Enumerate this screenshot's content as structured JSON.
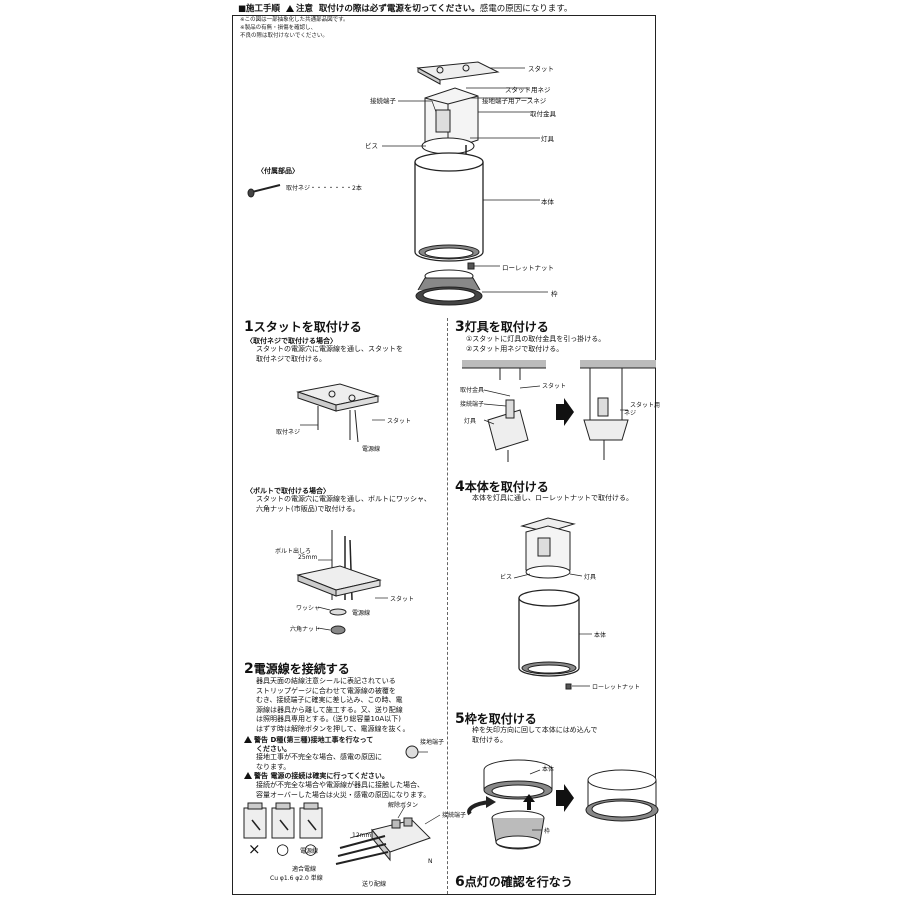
{
  "header": {
    "title": "■施工手順",
    "caution": "注意",
    "caution_text": "取付けの際は必ず電源を切ってください。",
    "caution_tail": "感電の原因になります。"
  },
  "notes": [
    "※この図は一部抽象化した共通部品図です。",
    "※製品の有無・損傷を確認し、",
    "不良の際は取付けないでください。"
  ],
  "overview": {
    "labels": {
      "stud": "スタット",
      "stud_screw": "スタット用ネジ",
      "terminal": "接続端子",
      "ground_screw": "接地端子用アースネジ",
      "bracket": "取付金具",
      "fixture": "灯具",
      "bis": "ビス",
      "body": "本体",
      "knurled_nut": "ローレットナット",
      "frame": "枠"
    },
    "accessories_title": "〈付属部品〉",
    "accessory_item": "取付ネジ・・・・・・・2本"
  },
  "step1": {
    "num": "1",
    "title": "スタットを取付ける",
    "sub_a": "〈取付ネジで取付ける場合〉",
    "text_a": [
      "スタットの電源穴に電源線を通し、スタットを",
      "取付ネジで取付ける。"
    ],
    "labels_a": {
      "stud": "スタット",
      "screw": "取付ネジ",
      "power": "電源線"
    },
    "sub_b": "〈ボルトで取付ける場合〉",
    "text_b": [
      "スタットの電源穴に電源線を通し、ボルトにワッシャ、",
      "六角ナット(市販品)で取付ける。"
    ],
    "labels_b": {
      "bolt": "ボルト出しろ",
      "bolt_len": "25mm",
      "stud": "スタット",
      "washer": "ワッシャ",
      "power": "電源線",
      "nut": "六角ナット"
    }
  },
  "step2": {
    "num": "2",
    "title": "電源線を接続する",
    "text": [
      "器具天面の結線注意シールに表記されている",
      "ストリップゲージに合わせて電源線の被覆を",
      "むき、接続端子に確実に差し込み、この時、電",
      "源線は器具から離して施工する。又、送り配線",
      "は照明器具専用とする。(送り総容量10A以下)",
      "はずす時は解除ボタンを押して、電源線を抜く。"
    ],
    "warn1_head": "警告",
    "warn1_title": "D種(第三種)接地工事を行なって",
    "warn1_title2": "ください。",
    "warn1_text": [
      "接地工事が不完全な場合、感電の原因に",
      "なります。"
    ],
    "warn1_label": "接地端子",
    "warn2_head": "警告",
    "warn2_title": "電源の接続は確実に行ってください。",
    "warn2_text": [
      "接続が不完全な場合や電源線が器具に接触した場合、",
      "容量オーバーした場合は火災・感電の原因になります。"
    ],
    "labels": {
      "release": "解除ボタン",
      "terminal": "接続端子",
      "len": "12mm",
      "power": "電源線",
      "wire": "適合電線",
      "wire_spec": "Cu φ1.6 φ2.0 単線",
      "feed": "送り配線",
      "n": "N"
    },
    "marks": [
      "×",
      "○",
      "○"
    ]
  },
  "step3": {
    "num": "3",
    "title": "灯具を取付ける",
    "text": [
      "①スタットに灯具の取付金具を引っ掛ける。",
      "②スタット用ネジで取付ける。"
    ],
    "labels": {
      "bracket": "取付金具",
      "stud": "スタット",
      "terminal": "接続端子",
      "fixture": "灯具",
      "stud_screw": "スタット用",
      "stud_screw2": "ネジ"
    }
  },
  "step4": {
    "num": "4",
    "title": "本体を取付ける",
    "text": [
      "本体を灯具に通し、ローレットナットで取付ける。"
    ],
    "labels": {
      "bis": "ビス",
      "fixture": "灯具",
      "body": "本体",
      "nut": "ローレットナット"
    }
  },
  "step5": {
    "num": "5",
    "title": "枠を取付ける",
    "text": [
      "枠を矢印方向に回して本体にはめ込んで",
      "取付ける。"
    ],
    "labels": {
      "body": "本体",
      "frame": "枠"
    }
  },
  "step6": {
    "num": "6",
    "title": "点灯の確認を行なう"
  }
}
